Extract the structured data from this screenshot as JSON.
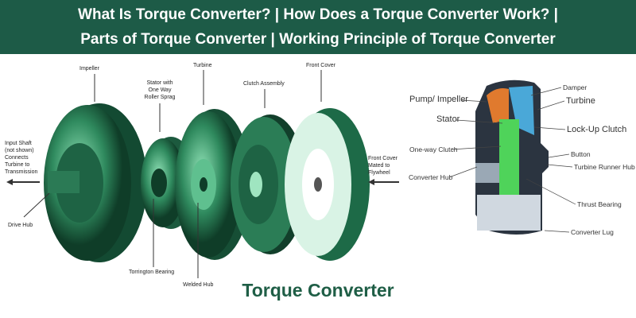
{
  "header": {
    "line1": "What Is Torque Converter? | How Does a Torque Converter Work? |",
    "line2": "Parts of Torque Converter | Working Principle of Torque Converter"
  },
  "exploded": {
    "impeller": "Impeller",
    "stator": "Stator with One Way Roller Sprag",
    "turbine": "Turbine",
    "clutch": "Clutch Assembly",
    "front_cover": "Front Cover",
    "input_shaft": "Input Shaft (not shown) Connects Turbine to Transmission",
    "drive_hub": "Drive Hub",
    "front_cover_mated": "Front Cover Mated to Flywheel",
    "torrington": "Torrington Bearing",
    "welded_hub": "Welded Hub"
  },
  "cutaway": {
    "pump": "Pump/ Impeller",
    "damper": "Damper",
    "turbine": "Turbine",
    "stator": "Stator",
    "lockup": "Lock-Up Clutch",
    "oneway": "One-way Clutch",
    "button": "Button",
    "runner_hub": "Turbine Runner Hub",
    "converter_hub": "Converter Hub",
    "thrust": "Thrust Bearing",
    "lug": "Converter Lug"
  },
  "caption": "Torque Converter",
  "colors": {
    "header": "#1d5b47",
    "part_green": "#3c9a6e",
    "caption": "#1f5e46"
  }
}
